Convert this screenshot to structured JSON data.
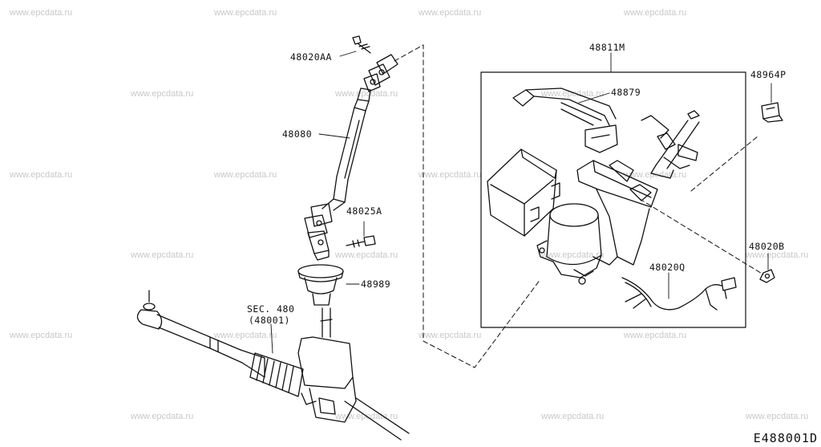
{
  "watermark": "www.epcdata.ru",
  "diagram_code": "E488001D",
  "labels": {
    "p48020AA": "48020AA",
    "p48080": "48080",
    "p48025A": "48025A",
    "p48989": "48989",
    "sec480_a": "SEC. 480",
    "sec480_b": "(48001)",
    "p48811M": "48811M",
    "p48879": "48879",
    "p48964P": "48964P",
    "p48020B": "48020B",
    "p48020Q": "48020Q"
  }
}
